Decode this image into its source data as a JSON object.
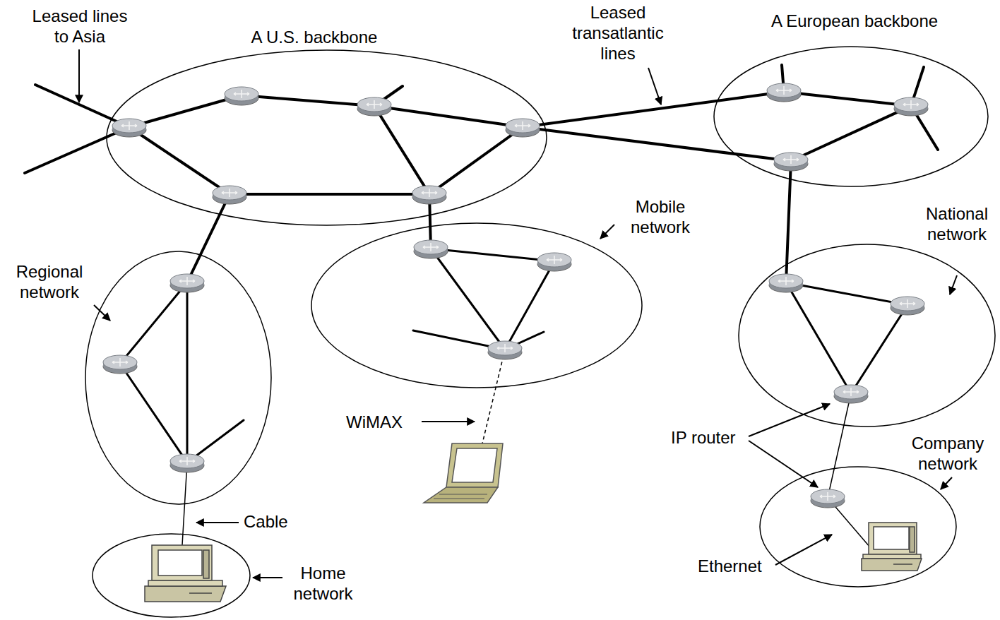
{
  "diagram": {
    "nodes": [
      {
        "text": [
          "A U.S. backbone"
        ]
      },
      {
        "text": [
          "A European backbone"
        ]
      },
      {
        "text": [
          "Mobile network"
        ]
      },
      {
        "text": [
          "National network"
        ]
      },
      {
        "text": [
          "Regional network"
        ]
      },
      {
        "text": [
          "Company network"
        ]
      },
      {
        "text": [
          "Home network"
        ]
      }
    ],
    "edges": [
      {
        "from": 0,
        "to": 1,
        "arrow": "none"
      },
      {
        "from": 0,
        "to": 1,
        "arrow": "none"
      },
      {
        "from": 0,
        "to": 4,
        "arrow": "none"
      },
      {
        "from": 0,
        "to": 2,
        "arrow": "none"
      },
      {
        "from": 1,
        "to": 3,
        "arrow": "none"
      },
      {
        "from": 3,
        "to": 5,
        "arrow": "none"
      },
      {
        "from": 4,
        "to": 6,
        "arrow": "none"
      }
    ],
    "labels": [
      "Leased lines to Asia",
      "Leased transatlantic lines",
      "WiMAX",
      "IP router",
      "Cable",
      "Ethernet"
    ]
  }
}
